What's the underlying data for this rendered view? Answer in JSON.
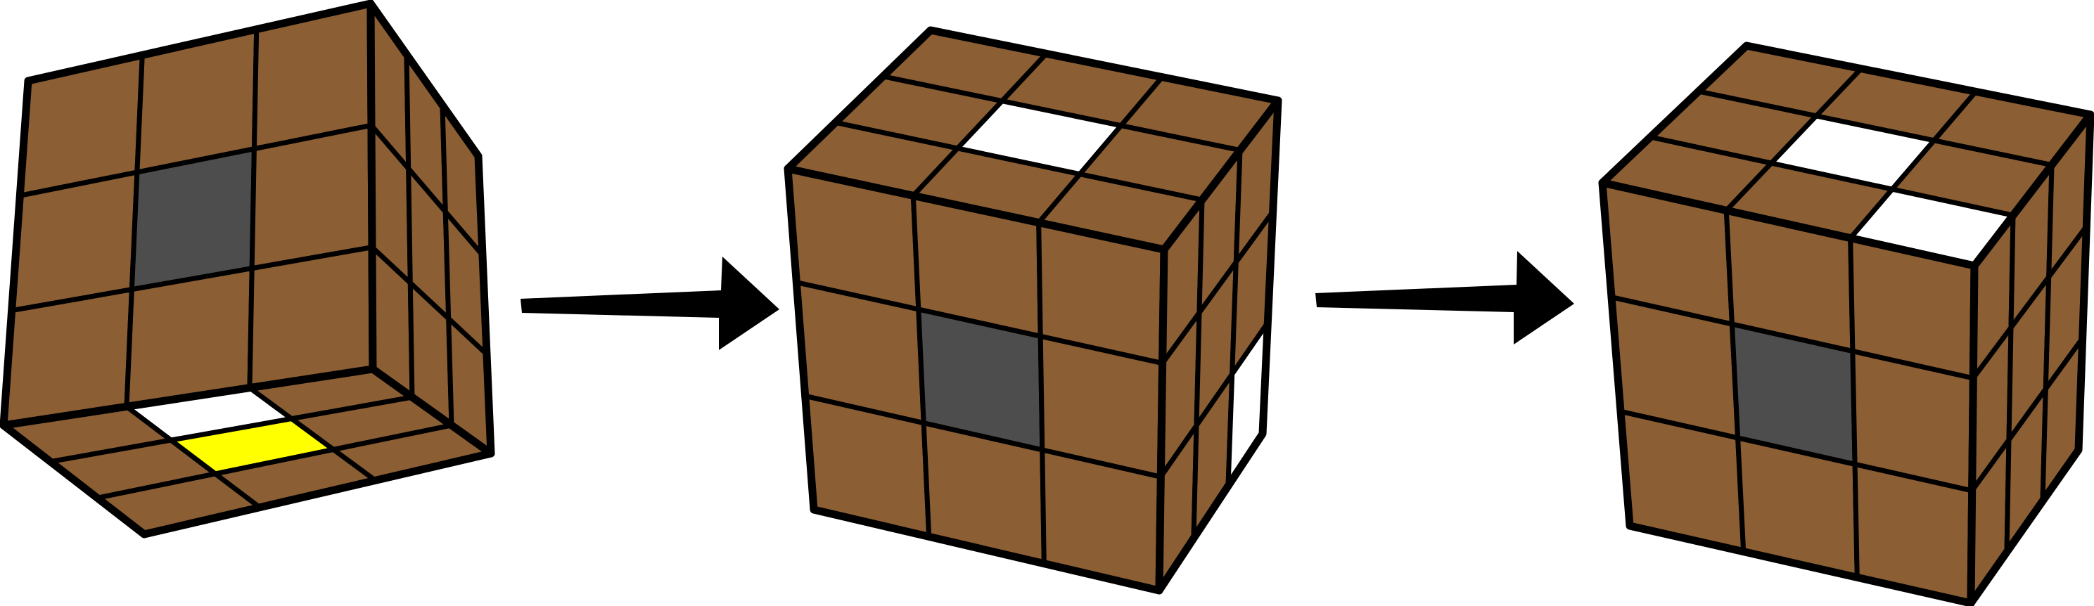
{
  "colors": {
    "brown": "#8b5e34",
    "gray": "#4d4d4d",
    "white": "#ffffff",
    "yellow": "#ffff00",
    "outline": "#000000",
    "arrow": "#000000"
  },
  "diagram": {
    "steps": [
      {
        "name": "step-1",
        "orientation": "bottom-visible",
        "visible_faces": {
          "front": [
            "brown",
            "brown",
            "brown",
            "brown",
            "gray",
            "brown",
            "brown",
            "brown",
            "brown"
          ],
          "right": [
            "brown",
            "brown",
            "brown",
            "brown",
            "brown",
            "brown",
            "brown",
            "brown",
            "brown"
          ],
          "bottom": [
            "brown",
            "white",
            "brown",
            "brown",
            "yellow",
            "brown",
            "brown",
            "brown",
            "brown"
          ]
        }
      },
      {
        "name": "step-2",
        "orientation": "top-visible",
        "visible_faces": {
          "top": [
            "brown",
            "brown",
            "brown",
            "brown",
            "white",
            "brown",
            "brown",
            "brown",
            "brown"
          ],
          "front": [
            "brown",
            "brown",
            "brown",
            "brown",
            "gray",
            "brown",
            "brown",
            "brown",
            "brown"
          ],
          "right": [
            "brown",
            "brown",
            "brown",
            "brown",
            "brown",
            "brown",
            "brown",
            "brown",
            "white"
          ]
        }
      },
      {
        "name": "step-3",
        "orientation": "top-visible",
        "visible_faces": {
          "top": [
            "brown",
            "brown",
            "brown",
            "brown",
            "white",
            "brown",
            "brown",
            "brown",
            "white"
          ],
          "front": [
            "brown",
            "brown",
            "brown",
            "brown",
            "gray",
            "brown",
            "brown",
            "brown",
            "brown"
          ],
          "right": [
            "brown",
            "brown",
            "brown",
            "brown",
            "brown",
            "brown",
            "brown",
            "brown",
            "brown"
          ]
        }
      }
    ],
    "arrows": [
      {
        "name": "arrow-1",
        "from": "step-1",
        "to": "step-2"
      },
      {
        "name": "arrow-2",
        "from": "step-2",
        "to": "step-3"
      }
    ]
  }
}
